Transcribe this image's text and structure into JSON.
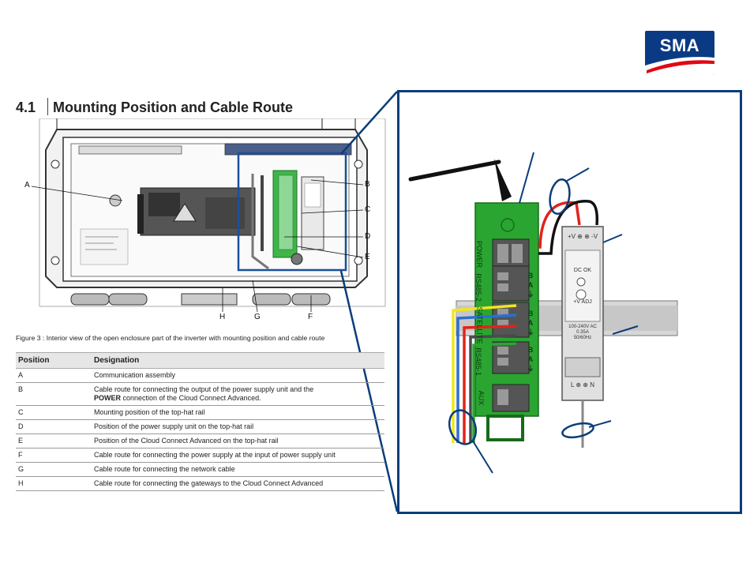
{
  "logo": {
    "text": "SMA"
  },
  "heading": {
    "number": "4.1",
    "title": "Mounting Position and Cable Route"
  },
  "figure": {
    "callouts": {
      "A": "A",
      "B": "B",
      "C": "C",
      "D": "D",
      "E": "E",
      "F": "F",
      "G": "G",
      "H": "H"
    },
    "caption": "Figure 3 : Interior view of the open enclosure part of the inverter with mounting position and cable route"
  },
  "table": {
    "headers": [
      "Position",
      "Designation"
    ],
    "rows": [
      {
        "position": "A",
        "designation": "Communication assembly"
      },
      {
        "position": "B",
        "designation": "Cable route for connecting the output of the power supply unit and the",
        "bold": "POWER",
        "rest": " connection of the Cloud Connect Advanced."
      },
      {
        "position": "C",
        "designation": "Mounting position of the top-hat rail"
      },
      {
        "position": "D",
        "designation": "Position of the power supply unit on the top-hat rail"
      },
      {
        "position": "E",
        "designation": "Position of the Cloud Connect Advanced on the top-hat rail"
      },
      {
        "position": "F",
        "designation": "Cable route for connecting the power supply at the input of power supply unit"
      },
      {
        "position": "G",
        "designation": "Cable route for connecting the network cable"
      },
      {
        "position": "H",
        "designation": "Cable route for connecting the gateways to the Cloud Connect Advanced"
      }
    ]
  },
  "zoom": {
    "terminal_labels": [
      "POWER",
      "RS485-2",
      "SATELLITE",
      "RS485-1",
      "AUX"
    ],
    "pin_labels": [
      "B",
      "A",
      "⏚"
    ],
    "psu": {
      "top_label": "+V ⊕ ⊕ -V",
      "dc_ok": "DC OK",
      "adj": "+V ADJ",
      "spec_lines": [
        "100-240V AC",
        "0.35A",
        "50/60Hz"
      ],
      "bottom_label": "L ⊕ ⊕ N"
    }
  },
  "colors": {
    "brand_blue": "#0b3a84",
    "brand_red": "#e30613",
    "zoom_border": "#0a3d7a",
    "terminal_green": "#27a32f"
  }
}
